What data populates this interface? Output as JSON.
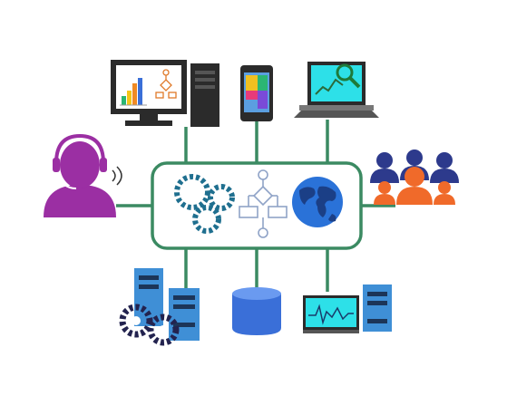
{
  "colors": {
    "connector": "#3b8a62",
    "hub_border": "#3b8a62",
    "hub_fill": "#ffffff",
    "gear_teal": "#1f6f8f",
    "gear_dark": "#23234f",
    "flowchart_line": "#8fa3c7",
    "globe_blue": "#2a72d8",
    "person_purple": "#9b2fa3",
    "people_blue": "#2d3a8c",
    "people_orange": "#f06a2a",
    "server_blue": "#3f8fd6",
    "server_dark": "#1c3558",
    "monitor_cyan": "#2de0e8",
    "db_blue": "#3a6fd8",
    "bar_colors": [
      "#2bb673",
      "#f5c518",
      "#f08a24",
      "#3a6fd8"
    ]
  },
  "nodes": [
    {
      "name": "desktop-computer",
      "icon": "desktop-computer-icon"
    },
    {
      "name": "mobile-phone",
      "icon": "mobile-phone-icon"
    },
    {
      "name": "laptop-analytics",
      "icon": "laptop-icon"
    },
    {
      "name": "support-agent",
      "icon": "headset-agent-icon"
    },
    {
      "name": "user-group",
      "icon": "user-group-icon"
    },
    {
      "name": "server-gears",
      "icon": "server-icon"
    },
    {
      "name": "database",
      "icon": "database-icon"
    },
    {
      "name": "monitoring-server",
      "icon": "monitor-server-icon"
    }
  ],
  "hub": {
    "icons": [
      "gears-icon",
      "flowchart-icon",
      "globe-icon"
    ]
  }
}
